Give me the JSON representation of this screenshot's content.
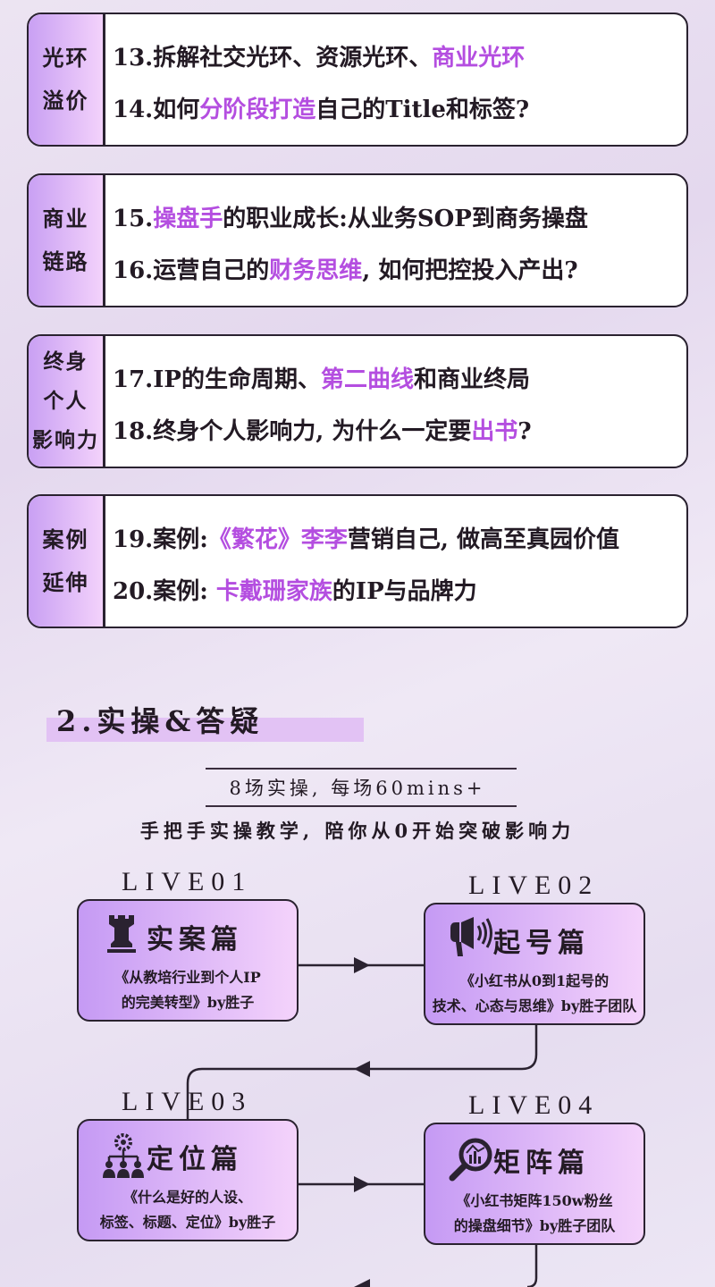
{
  "modules": [
    {
      "label": [
        "光环",
        "溢价"
      ],
      "lines": [
        [
          {
            "t": "13.拆解社交光环、资源光环、"
          },
          {
            "t": "商业光环",
            "h": 1
          }
        ],
        [
          {
            "t": "14.如何"
          },
          {
            "t": "分阶段打造",
            "h": 1
          },
          {
            "t": "自己的Title和标签?"
          }
        ]
      ]
    },
    {
      "label": [
        "商业",
        "链路"
      ],
      "lines": [
        [
          {
            "t": "15."
          },
          {
            "t": "操盘手",
            "h": 1
          },
          {
            "t": "的职业成长:从业务SOP到商务操盘"
          }
        ],
        [
          {
            "t": "16.运营自己的"
          },
          {
            "t": "财务思维",
            "h": 1
          },
          {
            "t": ", 如何把控投入产出?"
          }
        ]
      ]
    },
    {
      "label": [
        "终身",
        "个人",
        "影响力"
      ],
      "lines": [
        [
          {
            "t": "17.IP的生命周期、"
          },
          {
            "t": "第二曲线",
            "h": 1
          },
          {
            "t": "和商业终局"
          }
        ],
        [
          {
            "t": "18.终身个人影响力, 为什么一定要"
          },
          {
            "t": "出书",
            "h": 1
          },
          {
            "t": "?"
          }
        ]
      ]
    },
    {
      "label": [
        "案例",
        "延伸"
      ],
      "lines": [
        [
          {
            "t": "19.案例:"
          },
          {
            "t": "《繁花》李李",
            "h": 1
          },
          {
            "t": "营销自己, 做高至真园价值"
          }
        ],
        [
          {
            "t": "20.案例: "
          },
          {
            "t": "卡戴珊家族",
            "h": 1
          },
          {
            "t": "的IP与品牌力"
          }
        ]
      ]
    }
  ],
  "section": {
    "title": "2.实操&答疑",
    "subtitle": "8场实操, 每场60mins+",
    "tagline": "手把手实操教学, 陪你从0开始突破影响力"
  },
  "lives": [
    {
      "tag": "LIVE01",
      "title": "实案篇",
      "icon": "chess-rook-icon",
      "desc": [
        "《从教培行业到个人IP",
        "的完美转型》by胜子"
      ]
    },
    {
      "tag": "LIVE02",
      "title": "起号篇",
      "icon": "megaphone-icon",
      "desc": [
        "《小红书从0到1起号的",
        "技术、心态与思维》by胜子团队"
      ]
    },
    {
      "tag": "LIVE03",
      "title": "定位篇",
      "icon": "org-chart-icon",
      "desc": [
        "《什么是好的人设、",
        "标签、标题、定位》by胜子"
      ]
    },
    {
      "tag": "LIVE04",
      "title": "矩阵篇",
      "icon": "magnifier-chart-icon",
      "desc": [
        "《小红书矩阵150w粉丝",
        "的操盘细节》by胜子团队"
      ]
    }
  ],
  "colors": {
    "highlight": "#b44ee0",
    "accent": "#c59af4"
  }
}
